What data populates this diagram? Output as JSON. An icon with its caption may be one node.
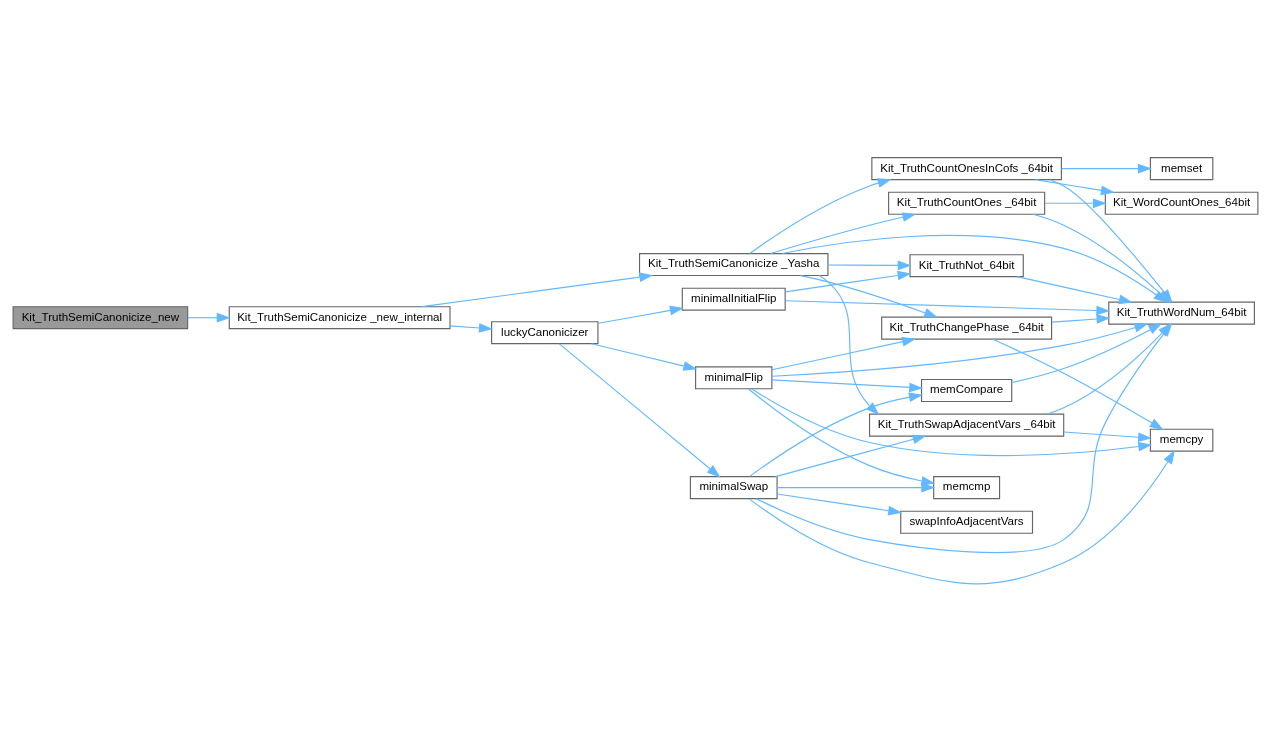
{
  "diagram": {
    "nodes": [
      {
        "text": [
          "Kit_TruthSemiCanonicize_new"
        ]
      },
      {
        "text": [
          "Kit_TruthSemiCanonicize _new_internal"
        ]
      },
      {
        "text": [
          "Kit_TruthSemiCanonicize _Yasha"
        ]
      },
      {
        "text": [
          "luckyCanonicizer"
        ]
      },
      {
        "text": [
          "Kit_TruthCountOnesInCofs _64bit"
        ]
      },
      {
        "text": [
          "Kit_TruthCountOnes _64bit"
        ]
      },
      {
        "text": [
          "Kit_TruthNot_64bit"
        ]
      },
      {
        "text": [
          "Kit_TruthChangePhase _64bit"
        ]
      },
      {
        "text": [
          "Kit_TruthSwapAdjacentVars _64bit"
        ]
      },
      {
        "text": [
          "Kit_TruthWordNum_64bit"
        ]
      },
      {
        "text": [
          "memset"
        ]
      },
      {
        "text": [
          "Kit_WordCountOnes_64bit"
        ]
      },
      {
        "text": [
          "minimalInitialFlip"
        ]
      },
      {
        "text": [
          "minimalFlip"
        ]
      },
      {
        "text": [
          "minimalSwap"
        ]
      },
      {
        "text": [
          "memCompare"
        ]
      },
      {
        "text": [
          "memcpy"
        ]
      },
      {
        "text": [
          "memcmp"
        ]
      },
      {
        "text": [
          "swapInfoAdjacentVars"
        ]
      }
    ],
    "edges": [
      {
        "from": 0,
        "to": 1,
        "arrow": "to"
      },
      {
        "from": 1,
        "to": 2,
        "arrow": "to"
      },
      {
        "from": 1,
        "to": 3,
        "arrow": "to"
      },
      {
        "from": 2,
        "to": 4,
        "arrow": "to"
      },
      {
        "from": 2,
        "to": 5,
        "arrow": "to"
      },
      {
        "from": 2,
        "to": 9,
        "arrow": "to"
      },
      {
        "from": 2,
        "to": 6,
        "arrow": "to"
      },
      {
        "from": 2,
        "to": 7,
        "arrow": "to"
      },
      {
        "from": 2,
        "to": 8,
        "arrow": "to"
      },
      {
        "from": 4,
        "to": 10,
        "arrow": "to"
      },
      {
        "from": 4,
        "to": 11,
        "arrow": "to"
      },
      {
        "from": 4,
        "to": 9,
        "arrow": "to"
      },
      {
        "from": 5,
        "to": 11,
        "arrow": "to"
      },
      {
        "from": 5,
        "to": 9,
        "arrow": "to"
      },
      {
        "from": 6,
        "to": 9,
        "arrow": "to"
      },
      {
        "from": 3,
        "to": 12,
        "arrow": "to"
      },
      {
        "from": 3,
        "to": 13,
        "arrow": "to"
      },
      {
        "from": 3,
        "to": 14,
        "arrow": "to"
      },
      {
        "from": 12,
        "to": 6,
        "arrow": "to"
      },
      {
        "from": 12,
        "to": 9,
        "arrow": "to"
      },
      {
        "from": 7,
        "to": 9,
        "arrow": "to"
      },
      {
        "from": 7,
        "to": 16,
        "arrow": "to"
      },
      {
        "from": 13,
        "to": 7,
        "arrow": "to"
      },
      {
        "from": 13,
        "to": 9,
        "arrow": "to"
      },
      {
        "from": 13,
        "to": 15,
        "arrow": "to"
      },
      {
        "from": 13,
        "to": 16,
        "arrow": "to"
      },
      {
        "from": 13,
        "to": 17,
        "arrow": "to"
      },
      {
        "from": 15,
        "to": 9,
        "arrow": "to"
      },
      {
        "from": 8,
        "to": 9,
        "arrow": "to"
      },
      {
        "from": 8,
        "to": 16,
        "arrow": "to"
      },
      {
        "from": 14,
        "to": 15,
        "arrow": "to"
      },
      {
        "from": 14,
        "to": 8,
        "arrow": "to"
      },
      {
        "from": 14,
        "to": 17,
        "arrow": "to"
      },
      {
        "from": 14,
        "to": 18,
        "arrow": "to"
      },
      {
        "from": 14,
        "to": 9,
        "arrow": "to"
      },
      {
        "from": 14,
        "to": 16,
        "arrow": "to"
      }
    ]
  }
}
